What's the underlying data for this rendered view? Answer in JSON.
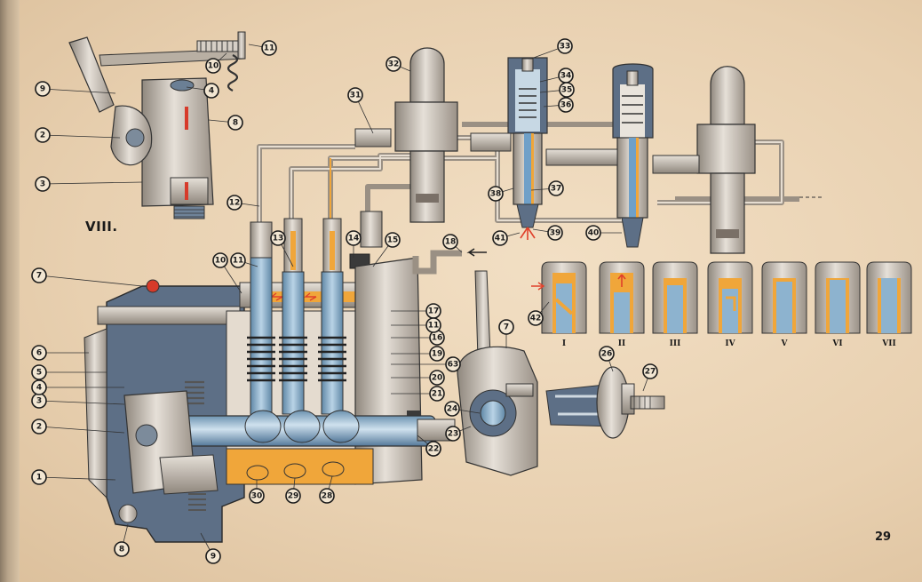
{
  "figure_label": "VIII.",
  "page_number": "29",
  "colors": {
    "paper": "#e9d3b4",
    "metal": "#c9c0b4",
    "housing": "#5d6f86",
    "fuel": "#f0a63a",
    "plunger": "#8db3cf",
    "arrow": "#e0402a"
  },
  "callouts": [
    {
      "text": "1"
    },
    {
      "text": "2"
    },
    {
      "text": "3"
    },
    {
      "text": "4"
    },
    {
      "text": "5"
    },
    {
      "text": "6"
    },
    {
      "text": "7"
    },
    {
      "text": "8"
    },
    {
      "text": "9"
    },
    {
      "text": "30"
    },
    {
      "text": "29"
    },
    {
      "text": "28"
    },
    {
      "text": "22"
    },
    {
      "text": "23"
    },
    {
      "text": "24"
    },
    {
      "text": "7"
    },
    {
      "text": "10"
    },
    {
      "text": "11"
    },
    {
      "text": "13"
    },
    {
      "text": "14"
    },
    {
      "text": "15"
    },
    {
      "text": "16"
    },
    {
      "text": "17"
    },
    {
      "text": "11"
    },
    {
      "text": "18"
    },
    {
      "text": "19"
    },
    {
      "text": "63"
    },
    {
      "text": "20"
    },
    {
      "text": "21"
    },
    {
      "text": "22"
    },
    {
      "text": "12"
    },
    {
      "text": "31"
    },
    {
      "text": "32"
    },
    {
      "text": "33"
    },
    {
      "text": "34"
    },
    {
      "text": "35"
    },
    {
      "text": "36"
    },
    {
      "text": "37"
    },
    {
      "text": "38"
    },
    {
      "text": "39"
    },
    {
      "text": "40"
    },
    {
      "text": "41"
    },
    {
      "text": "42"
    },
    {
      "text": "26"
    },
    {
      "text": "27"
    },
    {
      "text": "9"
    },
    {
      "text": "4"
    },
    {
      "text": "8"
    },
    {
      "text": "2"
    },
    {
      "text": "3"
    },
    {
      "text": "10"
    },
    {
      "text": "11"
    }
  ],
  "stages": [
    "I",
    "II",
    "III",
    "IV",
    "V",
    "VI",
    "VII"
  ]
}
